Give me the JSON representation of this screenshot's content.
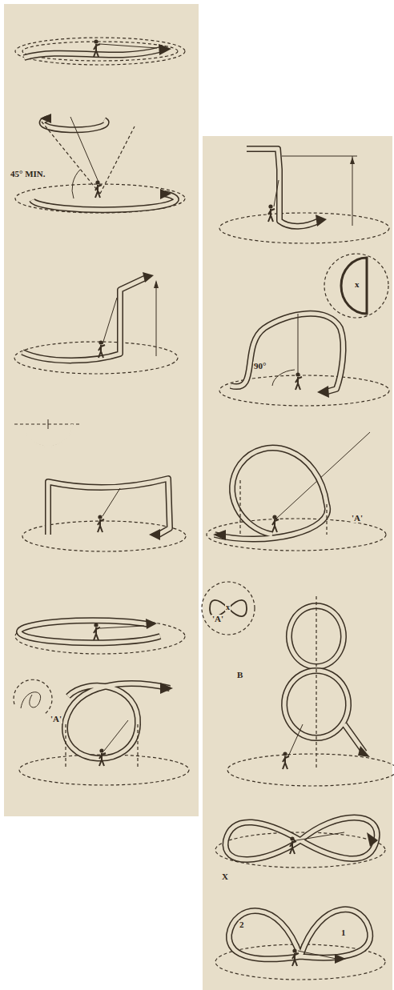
{
  "diagram": {
    "labels": [
      "45° MIN.",
      "'A'",
      "x",
      "90°",
      "'A'",
      "x",
      "'A'",
      "B",
      "X",
      "2",
      "1"
    ]
  }
}
